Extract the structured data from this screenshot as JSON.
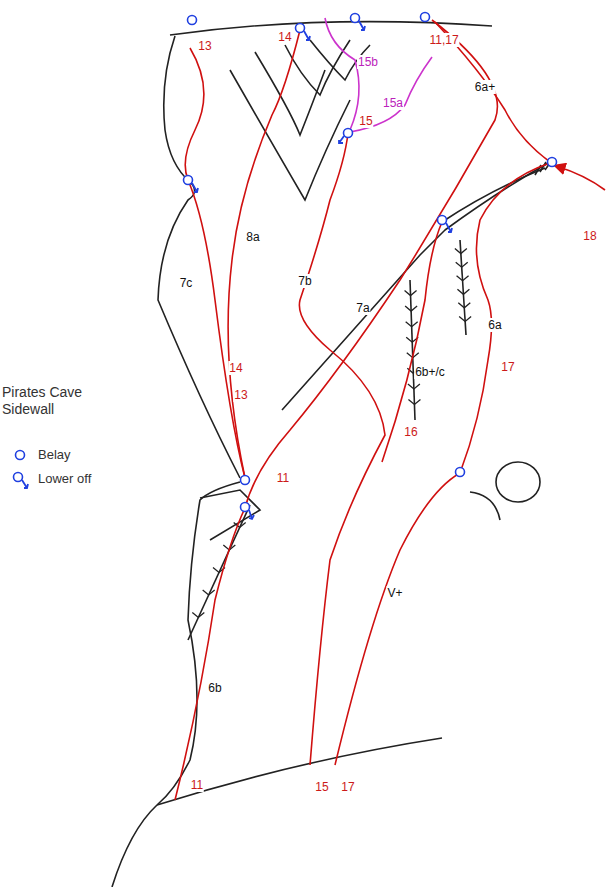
{
  "diagram": {
    "title": "Pirates Cave Sidewall",
    "labels": [
      "13",
      "14",
      "11,17",
      "15b",
      "6a+",
      "15a",
      "15",
      "18",
      "7c",
      "8a",
      "7b",
      "7a",
      "6b+/c",
      "6a",
      "17",
      "14",
      "13",
      "11",
      "16",
      "V+",
      "6b",
      "11",
      "15",
      "17"
    ],
    "legend": [
      {
        "text": "Belay"
      },
      {
        "text": "Lower off"
      }
    ]
  }
}
